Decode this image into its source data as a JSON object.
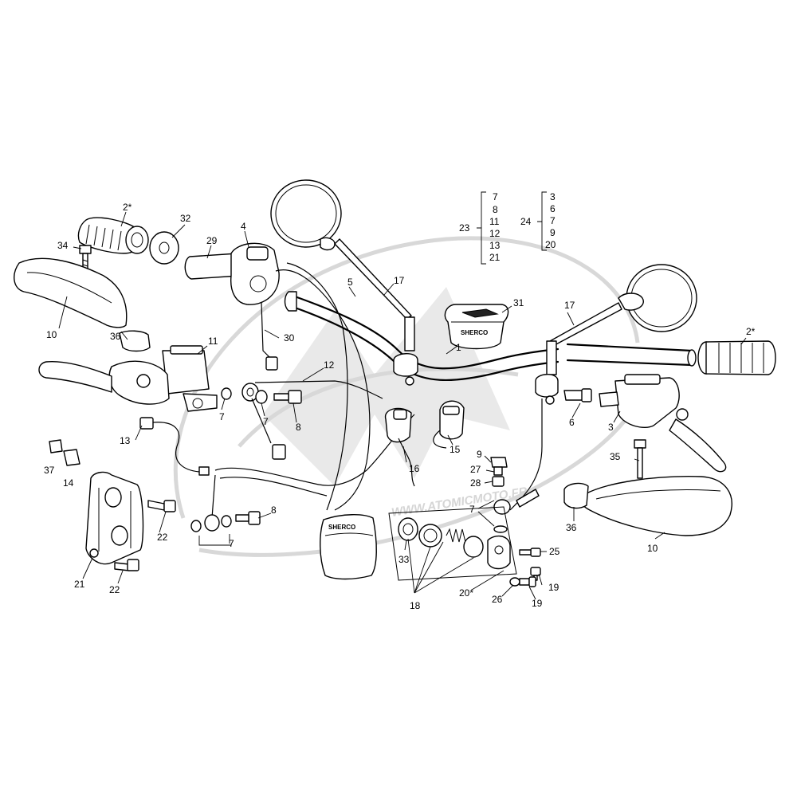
{
  "watermark": {
    "text": "WWW.ATOMICMOTO.FR"
  },
  "brand_marks": {
    "cap": "SHERCO",
    "pad": "SHERCO"
  },
  "groups": [
    {
      "id": "23",
      "items": [
        "7",
        "8",
        "11",
        "12",
        "13",
        "21"
      ]
    },
    {
      "id": "24",
      "items": [
        "3",
        "6",
        "7",
        "9",
        "20"
      ]
    }
  ],
  "callouts": [
    "2*",
    "32",
    "34",
    "29",
    "4",
    "10",
    "36",
    "11",
    "30",
    "12",
    "7",
    "7",
    "8",
    "13",
    "37",
    "14",
    "8",
    "7",
    "22",
    "22",
    "21",
    "5",
    "17",
    "31",
    "1",
    "17",
    "2*",
    "3",
    "6",
    "16",
    "15",
    "9",
    "27",
    "28",
    "35",
    "7",
    "36",
    "10",
    "33",
    "18",
    "20*",
    "25",
    "26",
    "19",
    "19"
  ]
}
